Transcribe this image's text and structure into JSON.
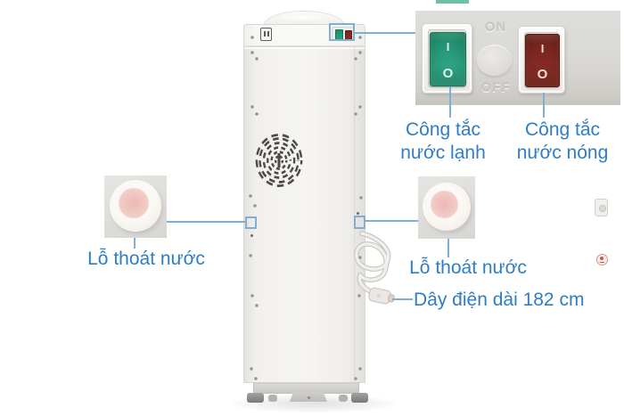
{
  "annotations": {
    "cold_switch": {
      "label": "Công tắc\nnước lạnh"
    },
    "hot_switch": {
      "label": "Công tắc\nnước nóng"
    },
    "drain_left": {
      "label": "Lỗ thoát nước"
    },
    "drain_right": {
      "label": "Lỗ thoát nước"
    },
    "power_cord": {
      "label": "Dây điện dài 182 cm"
    }
  },
  "inset": {
    "on_label": "ON",
    "off_label": "OFF",
    "cold_switch_symbols": {
      "on": "I",
      "off": "O"
    },
    "hot_switch_symbols": {
      "on": "I",
      "off": "O"
    }
  },
  "colors": {
    "annotation_line": "#7fafd4",
    "label_text": "#2f7dc2",
    "cold_switch_green": "#2aa183",
    "hot_switch_red": "#85261f"
  }
}
